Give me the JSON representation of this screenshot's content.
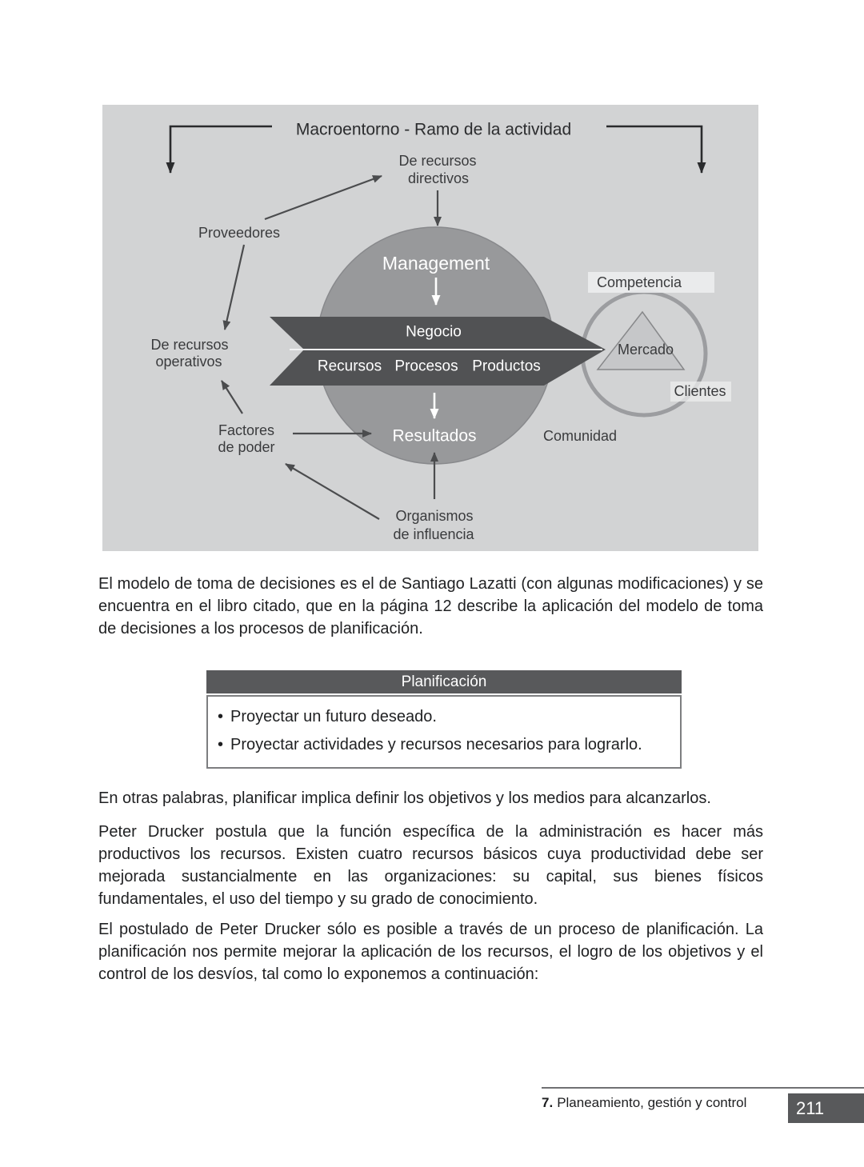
{
  "diagram": {
    "title": "Macroentorno - Ramo de la actividad",
    "labels": {
      "proveedores": "Proveedores",
      "directivos1": "De recursos",
      "directivos2": "directivos",
      "operativos1": "De recursos",
      "operativos2": "operativos",
      "factores1": "Factores",
      "factores2": "de poder",
      "organismos1": "Organismos",
      "organismos2": "de influencia",
      "management": "Management",
      "negocio": "Negocio",
      "recursos": "Recursos",
      "procesos": "Procesos",
      "productos": "Productos",
      "resultados": "Resultados",
      "competencia": "Competencia",
      "mercado": "Mercado",
      "clientes": "Clientes",
      "comunidad": "Comunidad"
    }
  },
  "content": {
    "paragraphs": [
      "El modelo de toma de decisiones es el de Santiago Lazatti (con algunas modificaciones) y se encuentra en el libro citado, que en la página 12 describe la aplicación del modelo de toma de decisiones a los procesos de planificación.",
      "En otras palabras, planificar implica definir los objetivos y los medios para alcanzarlos.",
      "Peter Drucker postula que la función específica de la administración es hacer más productivos los recursos. Existen cuatro recursos básicos cuya productividad debe ser mejorada sustancialmente en las organizaciones: su capital, sus bienes físicos fundamentales, el uso del tiempo y su grado de conocimiento.",
      "El postulado de Peter Drucker sólo es posible a través de un proceso de planificación. La planificación nos permite mejorar la aplicación de los recursos, el logro de los objetivos y el control de los desvíos, tal como lo exponemos a continuación:"
    ]
  },
  "plan_box": {
    "header": "Planificación",
    "bullet_char": "•",
    "bullets": [
      "Proyectar un futuro deseado.",
      "Proyectar actividades y recursos necesarios para lograrlo."
    ]
  },
  "footer": {
    "chapter_num": "7.",
    "chapter_title": "Planeamiento, gestión y control",
    "page_number": "211"
  },
  "colors": {
    "diagram_bg": "#d2d3d4",
    "circle_fill": "#98999b",
    "band_fill": "#515254",
    "header_bg": "#58595b",
    "page_box_bg": "#58595b",
    "label_bg": "#ecedee",
    "ring_stroke": "#9c9da0",
    "triangle_fill": "#c6c7c9"
  }
}
